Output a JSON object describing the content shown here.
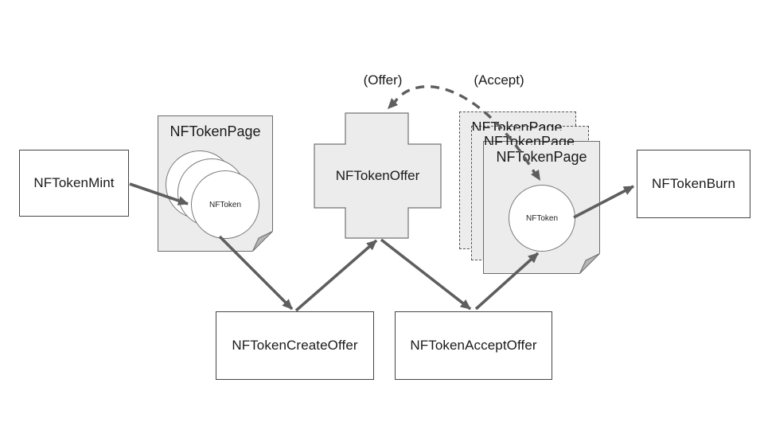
{
  "nodes": {
    "mint": {
      "label": "NFTokenMint"
    },
    "create_offer": {
      "label": "NFTokenCreateOffer"
    },
    "accept_offer": {
      "label": "NFTokenAcceptOffer"
    },
    "burn": {
      "label": "NFTokenBurn"
    },
    "offer": {
      "label": "NFTokenOffer"
    },
    "page_left": {
      "title": "NFTokenPage",
      "token": "NFToken"
    },
    "page_right": {
      "title": "NFTokenPage",
      "token": "NFToken"
    },
    "page_right_stack": {
      "back_title": "NFTokenPage",
      "middle_title": "NFTokenPage"
    }
  },
  "annotations": {
    "offer_label": "(Offer)",
    "accept_label": "(Accept)"
  },
  "colors": {
    "page_fill": "#ececec",
    "node_fill": "#ffffff",
    "node_border": "#454545",
    "page_border": "#6b6b6b",
    "circle_border": "#7a7a7a",
    "arrow": "#5e5e5e",
    "fold": "#b5b5b5"
  }
}
